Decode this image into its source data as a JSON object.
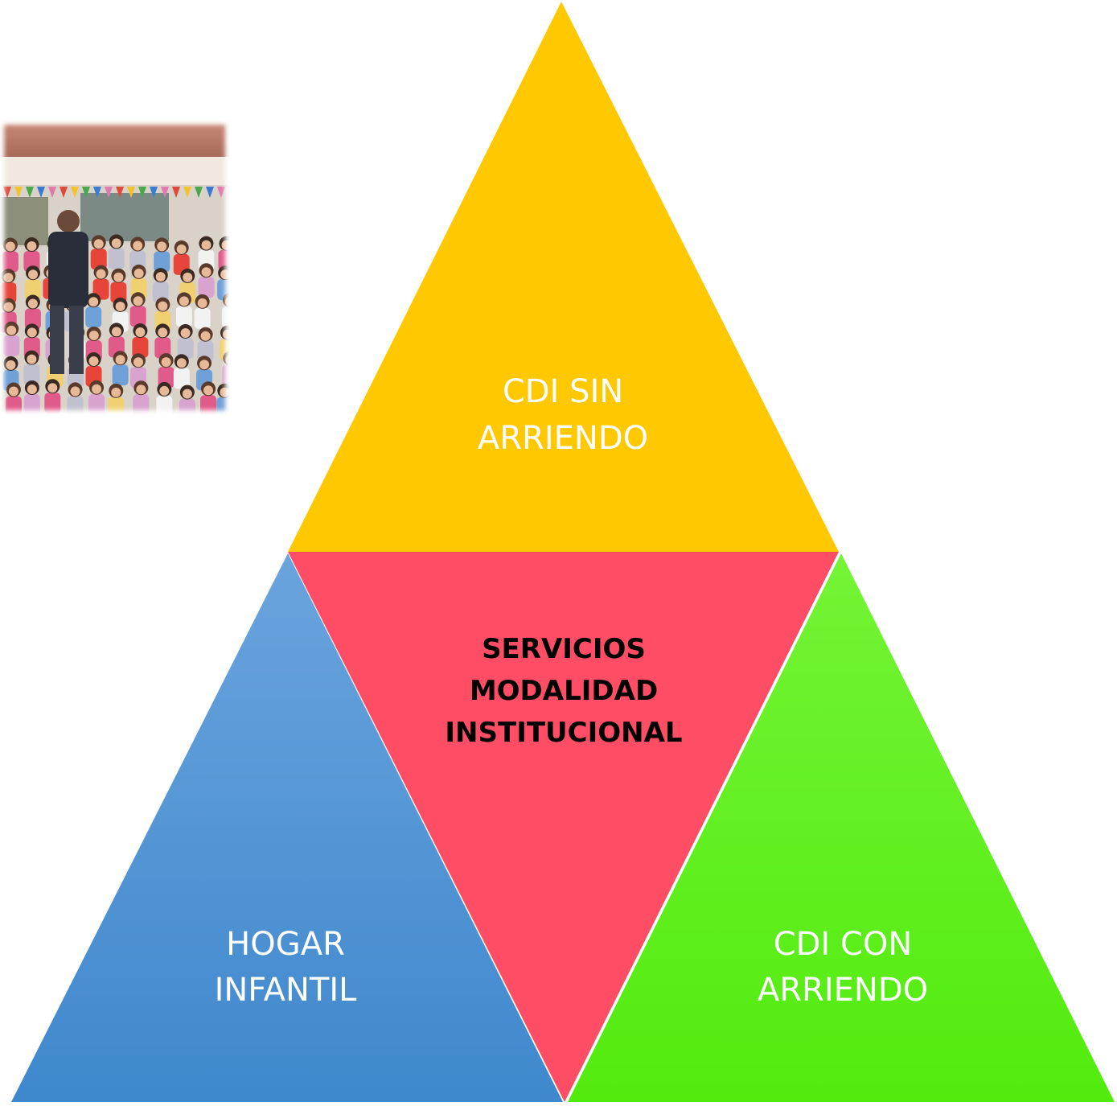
{
  "diagram": {
    "center": {
      "lines": [
        "SERVICIOS",
        "MODALIDAD",
        "INSTITUCIONAL"
      ],
      "color": "#FF4D66"
    },
    "top": {
      "lines": [
        "CDI SIN",
        "ARRIENDO"
      ],
      "color": "#FFC800"
    },
    "left": {
      "lines": [
        "HOGAR",
        "INFANTIL"
      ],
      "color_top": "#6AA4DD",
      "color_bottom": "#3F88CD"
    },
    "right": {
      "lines": [
        "CDI CON",
        "ARRIENDO"
      ],
      "color_top": "#74F436",
      "color_bottom": "#52EB0E"
    }
  },
  "photo": {
    "description_icon": "children-group-photo"
  }
}
